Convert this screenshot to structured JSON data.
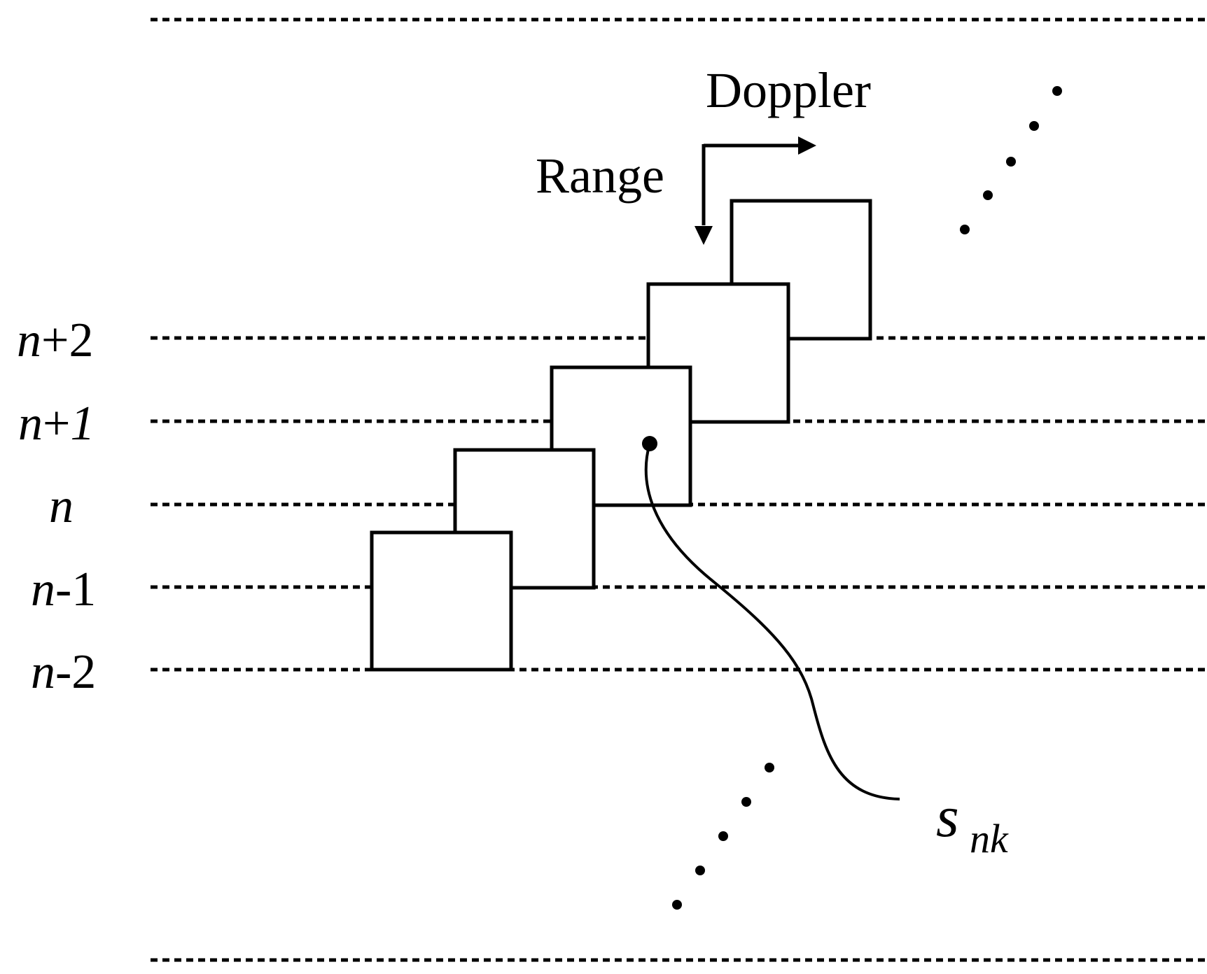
{
  "row_labels": [
    {
      "var": "n",
      "suffix": "+2"
    },
    {
      "var": "n",
      "suffix": "+1"
    },
    {
      "var": "n",
      "suffix": ""
    },
    {
      "var": "n",
      "suffix": "-1"
    },
    {
      "var": "n",
      "suffix": "-2"
    }
  ],
  "axes": {
    "doppler": "Doppler",
    "range": "Range"
  },
  "symbol": {
    "main": "s",
    "sub": "nk"
  }
}
